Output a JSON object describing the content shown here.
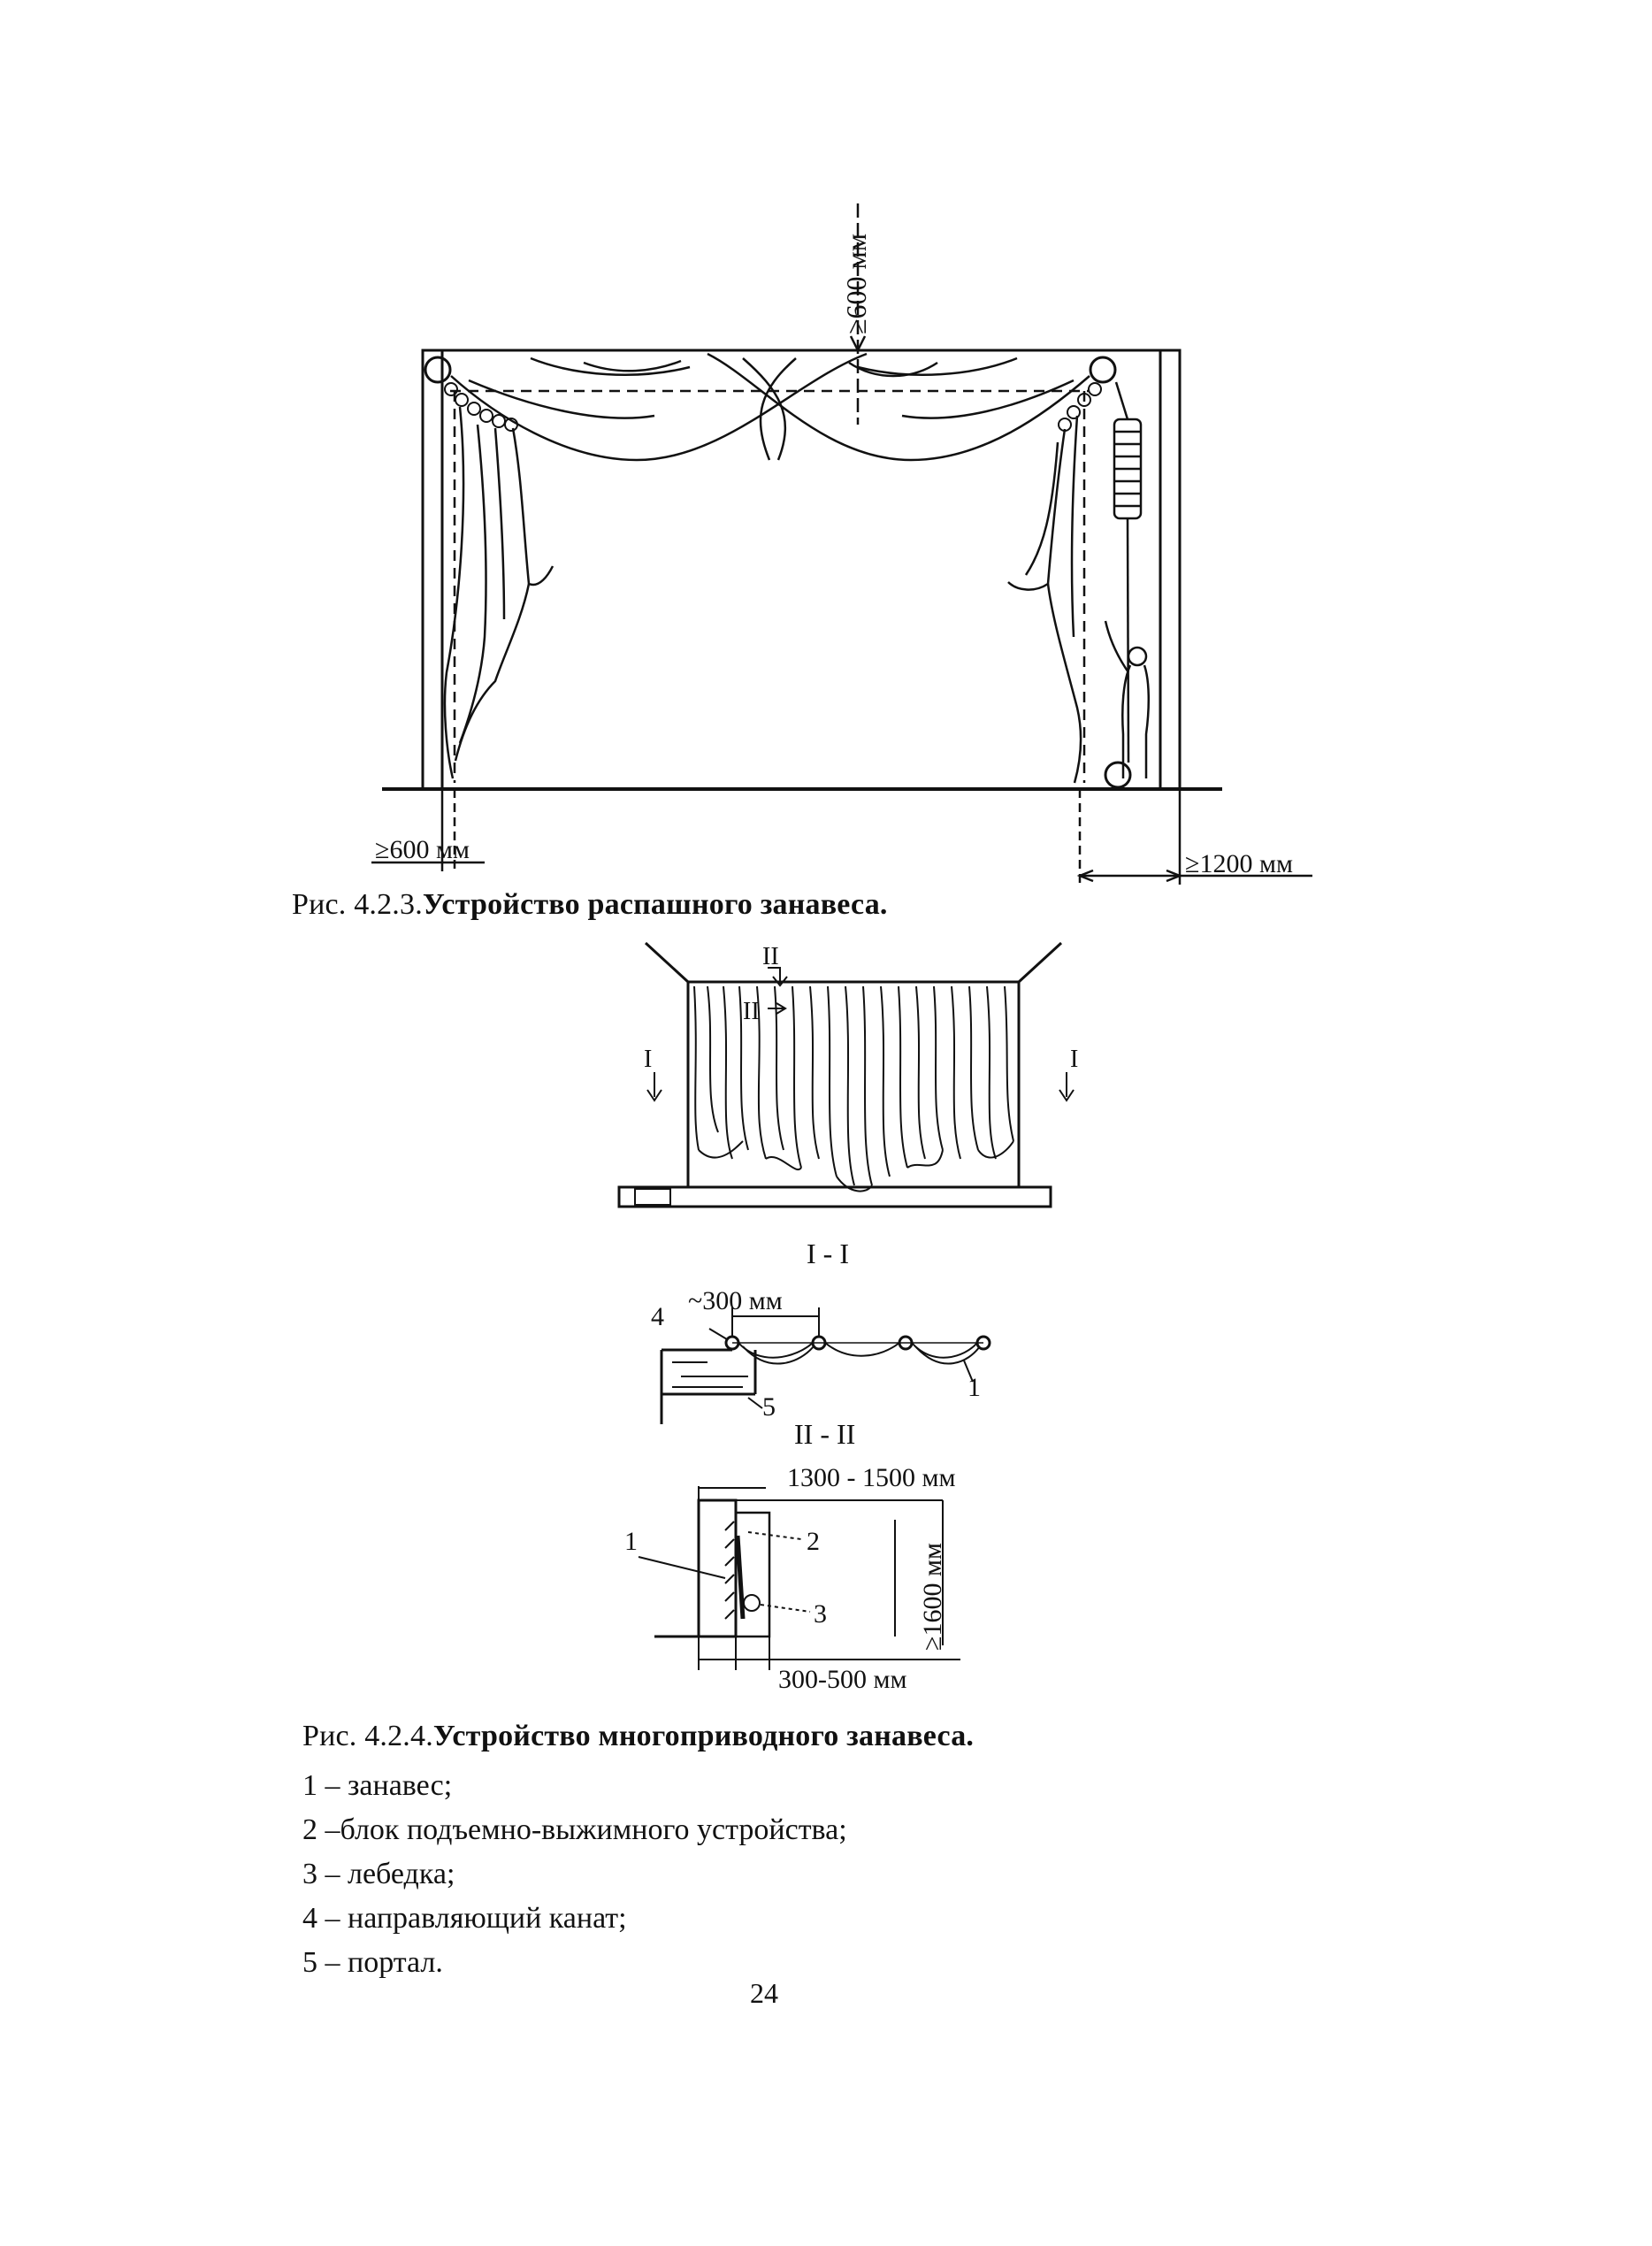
{
  "figure1": {
    "top_dimension": "≥600 мм",
    "left_dimension": "≥600 мм",
    "right_dimension": "≥1200 мм",
    "caption_prefix": "Рис. 4.2.3.",
    "caption_text": "Устройство распашного занавеса."
  },
  "figure2": {
    "section_mark_I": "I",
    "section_mark_II": "II",
    "section_I_title": "I - I",
    "section_I_dimension": "~300 мм",
    "section_II_title": "II - II",
    "section_II_width": "1300 - 1500 мм",
    "section_II_height": "≥1600 мм",
    "section_II_bottom": "300-500 мм",
    "callouts": [
      "1",
      "2",
      "3",
      "4",
      "5"
    ],
    "caption_prefix": "Рис. 4.2.4.",
    "caption_text": "Устройство многоприводного занавеса."
  },
  "legend": [
    "1 – занавес;",
    "2 –блок подъемно-выжимного устройства;",
    "3 – лебедка;",
    "4 – направляющий канат;",
    "5 – портал."
  ],
  "page_number": "24"
}
